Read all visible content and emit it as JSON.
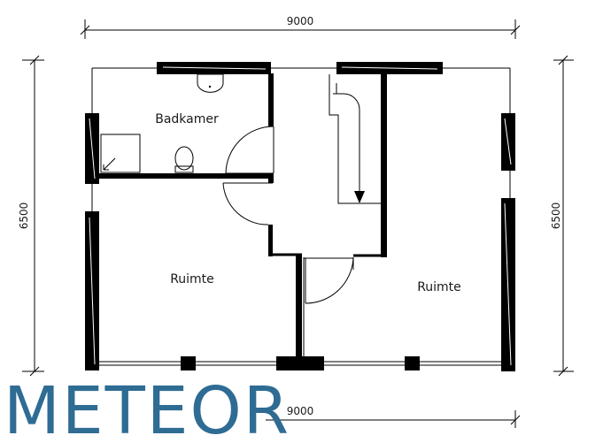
{
  "dimensions": {
    "top_width": "9000",
    "bottom_width": "9000",
    "left_height": "6500",
    "right_height": "6500"
  },
  "rooms": {
    "bathroom": "Badkamer",
    "room_left": "Ruimte",
    "room_right": "Ruimte"
  },
  "brand": {
    "logo_text": "METEOR",
    "color": "#2f6c94"
  }
}
